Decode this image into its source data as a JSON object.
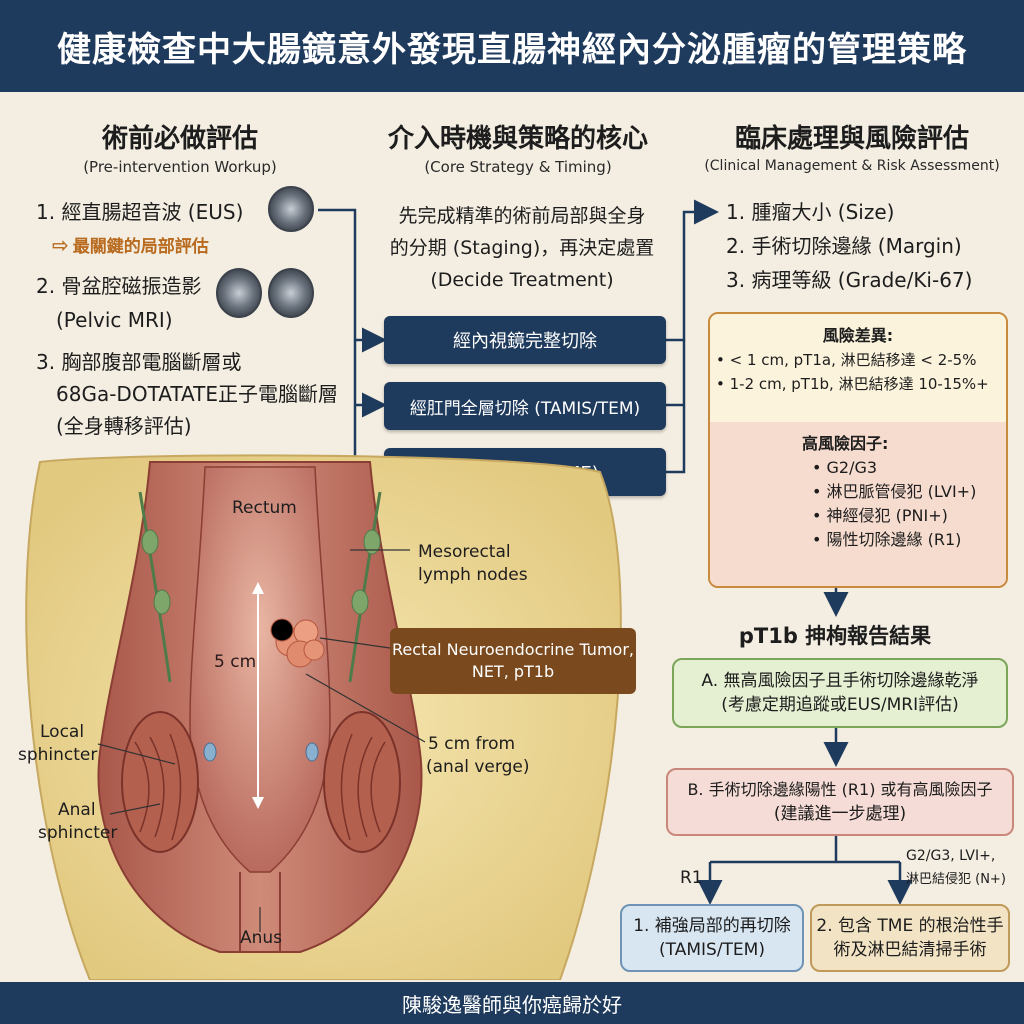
{
  "title": "健康檢查中大腸鏡意外發現直腸神經內分泌腫瘤的管理策略",
  "footer": "陳駿逸醫師與你癌歸於好",
  "col1": {
    "title": "術前必做評估",
    "subtitle": "(Pre-intervention Workup)",
    "item1": "1. 經直腸超音波 (EUS)",
    "item1_note": "最關鍵的局部評估",
    "item2a": "2. 骨盆腔磁振造影",
    "item2b": "(Pelvic MRI)",
    "item3a": "3. 胸部腹部電腦斷層或",
    "item3b": "68Ga-DOTATATE正子電腦斷層",
    "item3c": "(全身轉移評估)"
  },
  "col2": {
    "title": "介入時機與策略的核心",
    "subtitle": "(Core Strategy & Timing)",
    "desc1": "先完成精準的術前局部與全身",
    "desc2": "的分期 (Staging)，再決定處置",
    "desc3": "(Decide Treatment)",
    "option1": "經內視鏡完整切除",
    "option2": "經肛門全層切除 (TAMIS/TEM)",
    "option3": "根治性手術 (TME)"
  },
  "col3": {
    "title": "臨床處理與風險評估",
    "subtitle": "(Clinical Management & Risk Assessment)",
    "factor1": "1. 腫瘤大小 (Size)",
    "factor2": "2. 手術切除邊緣 (Margin)",
    "factor3": "3. 病理等級 (Grade/Ki-67)",
    "risk_title": "風險差異:",
    "risk1": "• < 1 cm, pT1a, 淋巴結移達 < 2-5%",
    "risk2": "• 1-2 cm, pT1b, 淋巴結移達 10-15%+",
    "high_title": "高風險因子:",
    "high1": "• G2/G3",
    "high2": "• 淋巴脈管侵犯 (LVI+)",
    "high3": "• 神經侵犯 (PNI+)",
    "high4": "• 陽性切除邊緣 (R1)"
  },
  "result": {
    "title": "pT1b 抻栒報告結果",
    "a1": "A. 無高風險因子且手術切除邊緣乾淨",
    "a2": "(考慮定期追蹤或EUS/MRI評估)",
    "b1": "B. 手術切除邊緣陽性 (R1) 或有高風險因子",
    "b2": "(建議進一步處理)",
    "r1_label": "R1",
    "high_label1": "G2/G3, LVI+,",
    "high_label2": "淋巴結侵犯 (N+)",
    "c1a": "1. 補強局部的再切除",
    "c1b": "(TAMIS/TEM)",
    "c2a": "2. 包含 TME 的根治性手",
    "c2b": "術及淋巴結清掃手術"
  },
  "anatomy": {
    "rectum": "Rectum",
    "mesorectal1": "Mesorectal",
    "mesorectal2": "lymph nodes",
    "size": "5 cm",
    "tumor1": "Rectal Neuroendocrine Tumor,",
    "tumor2": "NET, pT1b",
    "from1": "5 cm from",
    "from2": "(anal verge)",
    "local1": "Local",
    "local2": "sphincter",
    "anal1": "Anal",
    "anal2": "sphincter",
    "anus": "Anus"
  },
  "colors": {
    "navy": "#1e3a5c",
    "cream": "#f4eee2",
    "orange_note": "#b86a1e",
    "tumor_callout": "#7a4a1e"
  }
}
